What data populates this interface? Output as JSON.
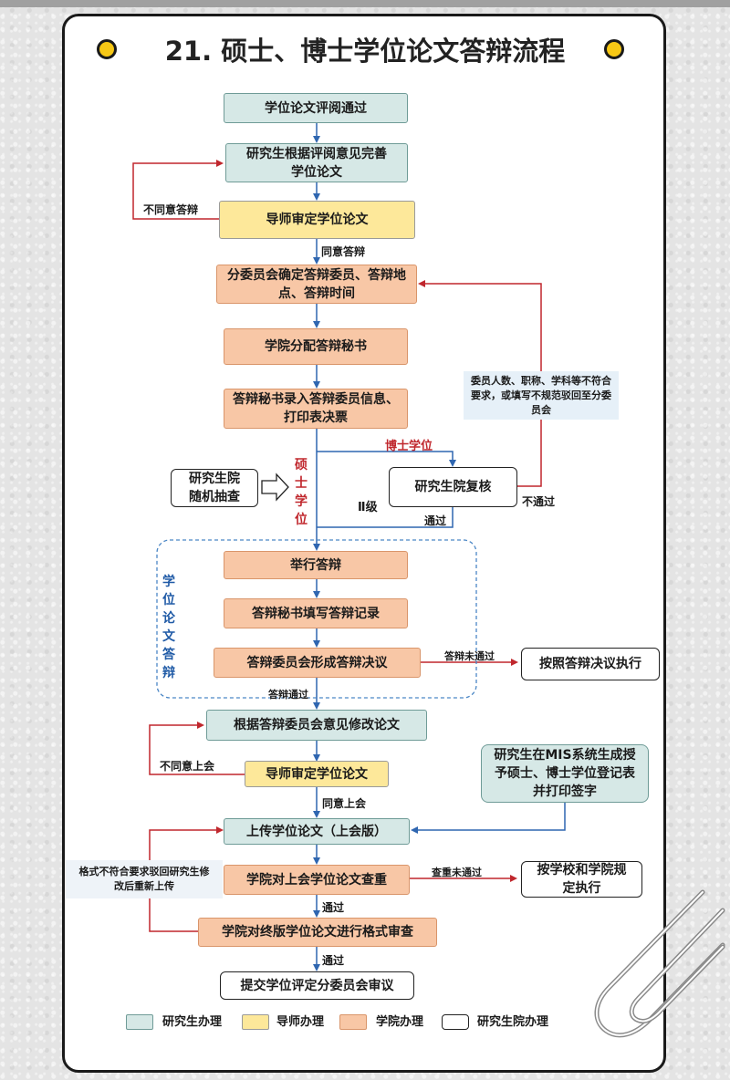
{
  "title": "21. 硕士、博士学位论文答辩流程",
  "nodes": {
    "review_passed": "学位论文评阅通过",
    "student_revise": "研究生根据评阅意见完善学位论文",
    "advisor_review": "导师审定学位论文",
    "committee_set": "分委员会确定答辩委员、答辩地点、答辩时间",
    "assign_secretary": "学院分配答辩秘书",
    "secretary_entry": "答辩秘书录入答辩委员信息、打印表决票",
    "random_check": "研究生院随机抽查",
    "grad_review": "研究生院复核",
    "hold_defense": "举行答辩",
    "fill_record": "答辩秘书填写答辩记录",
    "form_resolution": "答辩委员会形成答辩决议",
    "follow_resolution": "按照答辩决议执行",
    "revise_by_committee": "根据答辩委员会意见修改论文",
    "advisor_review2": "导师审定学位论文",
    "mis_form": "研究生在MIS系统生成授予硕士、博士学位登记表并打印签字",
    "upload_thesis": "上传学位论文（上会版）",
    "plagiarism_check": "学院对上会学位论文查重",
    "follow_rules": "按学校和学院规定执行",
    "format_check": "学院对终版学位论文进行格式审查",
    "submit_committee": "提交学位评定分委员会审议"
  },
  "labels": {
    "disagree_defense": "不同意答辩",
    "agree_defense": "同意答辩",
    "committee_note": "委员人数、职称、学科等不符合要求，或填写不规范驳回至分委员会",
    "phd": "博士学位",
    "masters": "硕士学位",
    "level2": "Ⅱ级",
    "not_passed": "不通过",
    "passed": "通过",
    "defense_group": "学位论文答辩",
    "defense_failed": "答辩未通过",
    "defense_passed": "答辩通过",
    "disagree_meeting": "不同意上会",
    "agree_meeting": "同意上会",
    "format_note": "格式不符合要求驳回研究生修改后重新上传",
    "plagiarism_failed": "查重未通过",
    "passed2": "通过",
    "passed3": "通过"
  },
  "legend": [
    {
      "label": "研究生办理",
      "color": "#d6e8e6"
    },
    {
      "label": "导师办理",
      "color": "#fde89a"
    },
    {
      "label": "学院办理",
      "color": "#f8c7a6"
    },
    {
      "label": "研究生院办理",
      "color": "#ffffff"
    }
  ],
  "colors": {
    "arrow": "#2f66b0",
    "red_arrow": "#c0272d",
    "accent_dot": "#f7c815",
    "dashed_group": "#4a86c5",
    "red_text": "#c0272d",
    "blue_text": "#1f5aa6"
  }
}
